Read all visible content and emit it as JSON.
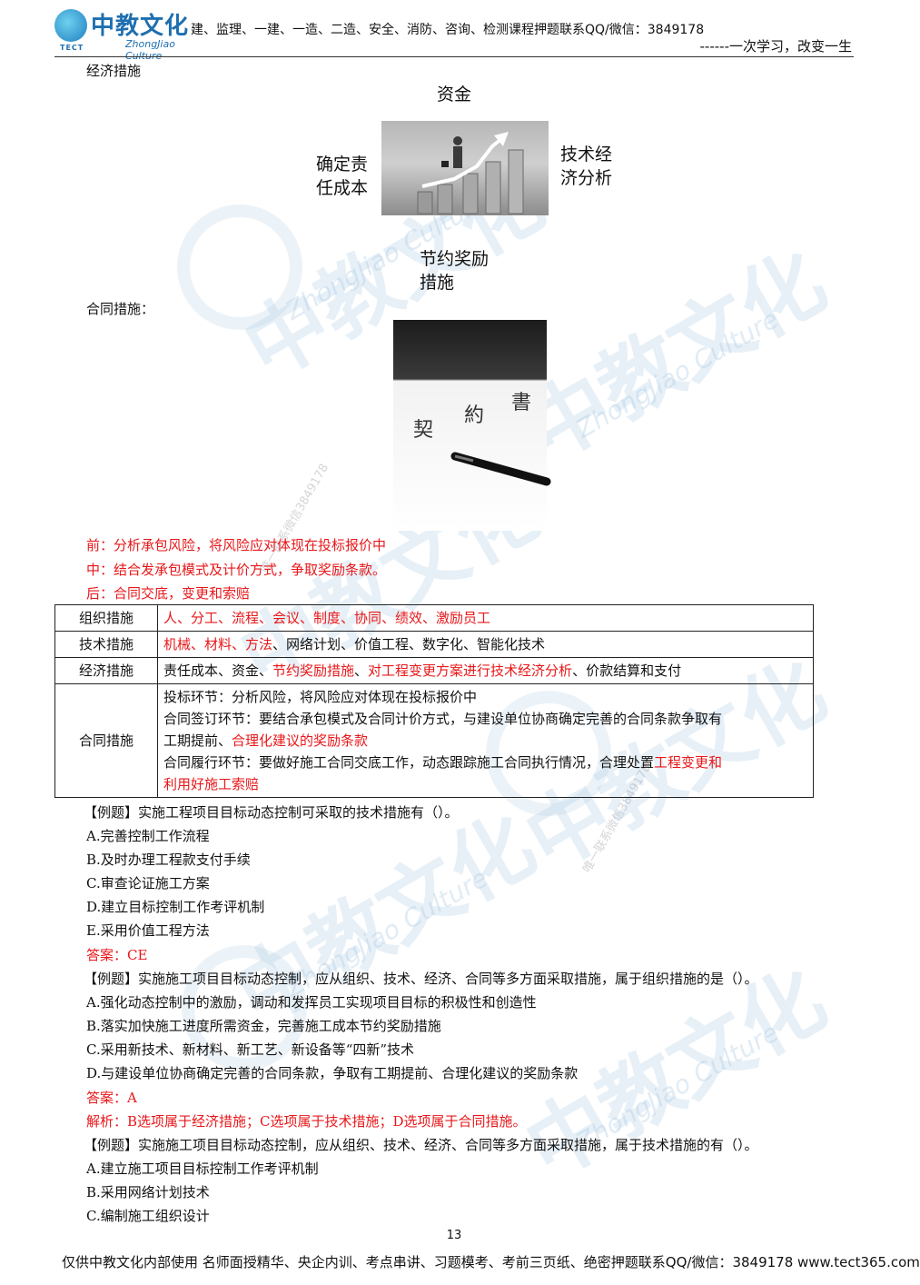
{
  "header": {
    "logo_cn": "中教文化",
    "logo_en": "ZhongJiao Culture",
    "logo_tect": "TECT",
    "contact": "建、监理、一建、一造、二造、安全、消防、咨询、检测课程押题联系QQ/微信：3849178",
    "slogan": "------一次学习，改变一生"
  },
  "econ": {
    "heading": "经济措施",
    "label_top": "资金",
    "label_left_1": "确定责",
    "label_left_2": "任成本",
    "label_right_1": "技术经",
    "label_right_2": "济分析",
    "label_bottom_1": "节约奖励",
    "label_bottom_2": "措施"
  },
  "contract": {
    "heading": "合同措施：",
    "photo_text": [
      "契",
      "約",
      "書"
    ],
    "lines": [
      "前：分析承包风险，将风险应对体现在投标报价中",
      "中：结合发承包模式及计价方式，争取奖励条款。",
      "后：合同交底，变更和索赔"
    ]
  },
  "table": {
    "rows": [
      {
        "category": "组织措施",
        "parts": [
          {
            "t": "人、分工、流程、会议、制度、协同、绩效、激励员工",
            "red": true
          }
        ]
      },
      {
        "category": "技术措施",
        "parts": [
          {
            "t": "机械、材料、方法",
            "red": true
          },
          {
            "t": "、网络计划、价值工程、数字化、智能化技术",
            "red": false
          }
        ]
      },
      {
        "category": "经济措施",
        "parts": [
          {
            "t": "责任成本、资金、",
            "red": false
          },
          {
            "t": "节约奖励措施",
            "red": true
          },
          {
            "t": "、",
            "red": false
          },
          {
            "t": "对工程变更方案进行技术经济分析",
            "red": true
          },
          {
            "t": "、价款结算和支付",
            "red": false
          }
        ]
      }
    ],
    "contract_category": "合同措施",
    "contract_l1": "投标环节：分析风险，将风险应对体现在投标报价中",
    "contract_l2": "合同签订环节：要结合承包模式及合同计价方式，与建设单位协商确定完善的合同条款争取有",
    "contract_l3a": "工期提前、",
    "contract_l3b": "合理化建议的奖励条款",
    "contract_l4a": "合同履行环节：要做好施工合同交底工作，动态跟踪施工合同执行情况，合理处置",
    "contract_l4b": "工程变更和",
    "contract_l5": "利用好施工索赔"
  },
  "q1": {
    "stem": "【例题】实施工程项目目标动态控制可采取的技术措施有（）。",
    "options": [
      "A.完善控制工作流程",
      "B.及时办理工程款支付手续",
      "C.审查论证施工方案",
      "D.建立目标控制工作考评机制",
      "E.采用价值工程方法"
    ],
    "answer": "答案：CE"
  },
  "q2": {
    "stem": "【例题】实施施工项目目标动态控制，应从组织、技术、经济、合同等多方面采取措施，属于组织措施的是（）。",
    "options": [
      "A.强化动态控制中的激励，调动和发挥员工实现项目目标的积极性和创造性",
      "B.落实加快施工进度所需资金，完善施工成本节约奖励措施",
      "C.采用新技术、新材料、新工艺、新设备等“四新”技术",
      "D.与建设单位协商确定完善的合同条款，争取有工期提前、合理化建议的奖励条款"
    ],
    "answer": "答案：A",
    "analysis": "解析：B选项属于经济措施；C选项属于技术措施；D选项属于合同措施。"
  },
  "q3": {
    "stem": "【例题】实施施工项目目标动态控制，应从组织、技术、经济、合同等多方面采取措施，属于技术措施的有（）。",
    "options": [
      "A.建立施工项目目标控制工作考评机制",
      "B.采用网络计划技术",
      "C.编制施工组织设计"
    ]
  },
  "watermark": {
    "cn": "中教文化",
    "en": "ZhongJiao Culture",
    "tel": "唯一联系微信3849178"
  },
  "page_number": "13",
  "footer": "仅供中教文化内部使用    名师面授精华、央企内训、考点串讲、习题模考、考前三页纸、绝密押题联系QQ/微信：3849178    www.tect365.com"
}
